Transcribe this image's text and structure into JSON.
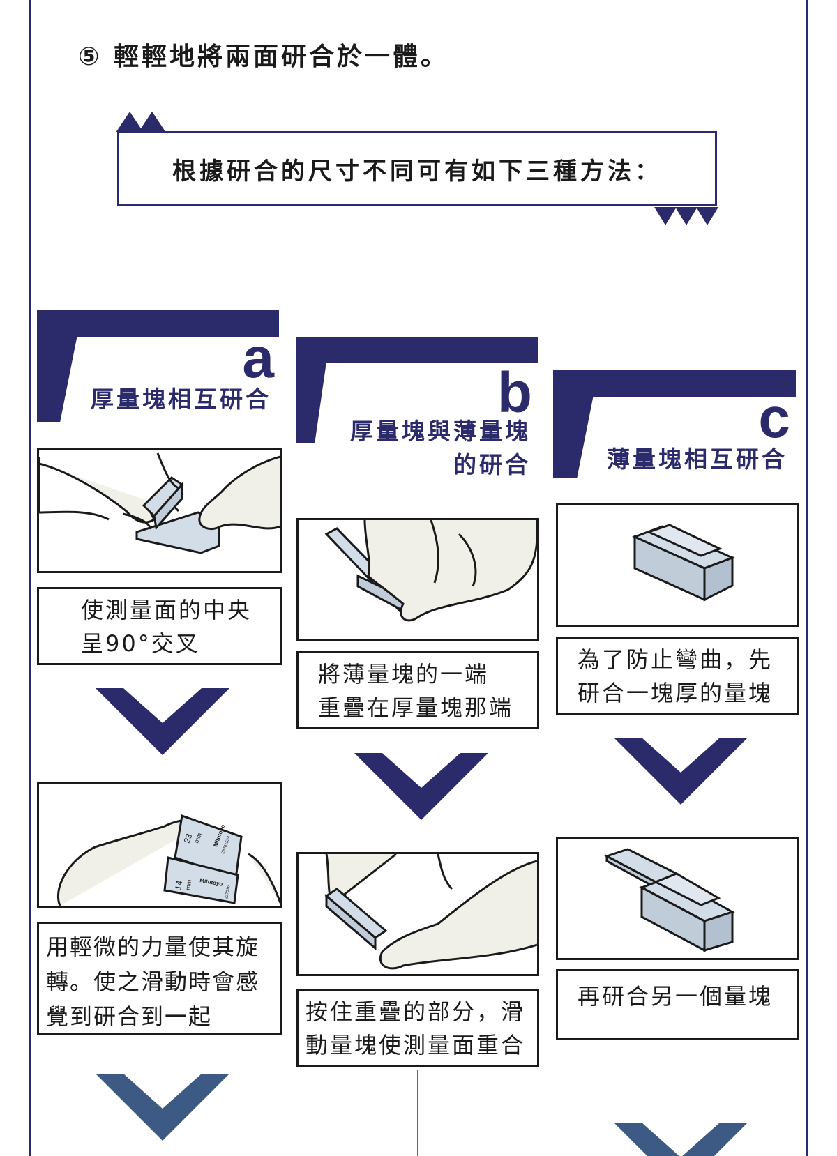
{
  "step5": {
    "text": "⑤ 輕輕地將兩面研合於一體。"
  },
  "intro": {
    "text": "根據研合的尺寸不同可有如下三種方法："
  },
  "colors": {
    "navy": "#2b2a6b",
    "chevron": "#2b2a6b",
    "chevron_light": "#3c5a84",
    "pink_line": "#c2378d",
    "part_fill": "#d3dde8",
    "glove_fill": "#f1f0e8"
  },
  "columns": [
    {
      "letter": "a",
      "heading_lines": [
        "厚量塊相互研合"
      ],
      "steps": [
        "使測量面的中央\n呈90°交叉",
        "用輕微的力量使其旋\n轉。使之滑動時會感\n覺到研合到一起"
      ],
      "images": [
        "hands-crossing-blocks",
        "hands-rotating-blocks"
      ]
    },
    {
      "letter": "b",
      "heading_lines": [
        "厚量塊與薄量塊",
        "的研合"
      ],
      "steps": [
        "將薄量塊的一端\n重疊在厚量塊那端",
        "按住重疊的部分，滑\n動量塊使測量面重合"
      ],
      "images": [
        "hand-overlap-thin-on-thick",
        "hand-press-overlap"
      ]
    },
    {
      "letter": "c",
      "heading_lines": [
        "薄量塊相互研合"
      ],
      "steps": [
        "為了防止彎曲，先\n研合一塊厚的量塊",
        "再研合另一個量塊"
      ],
      "images": [
        "thin-block-on-thick",
        "second-thin-block"
      ]
    }
  ],
  "block_labels": {
    "a2_top_size": "23",
    "a2_top_unit": "mm",
    "a2_top_brand": "Mitutoyo",
    "a2_top_serial": "23701534",
    "a2_bot_size": "14",
    "a2_bot_unit": "mm",
    "a2_bot_brand": "Mitutoyo",
    "a2_bot_serial": "227016"
  }
}
